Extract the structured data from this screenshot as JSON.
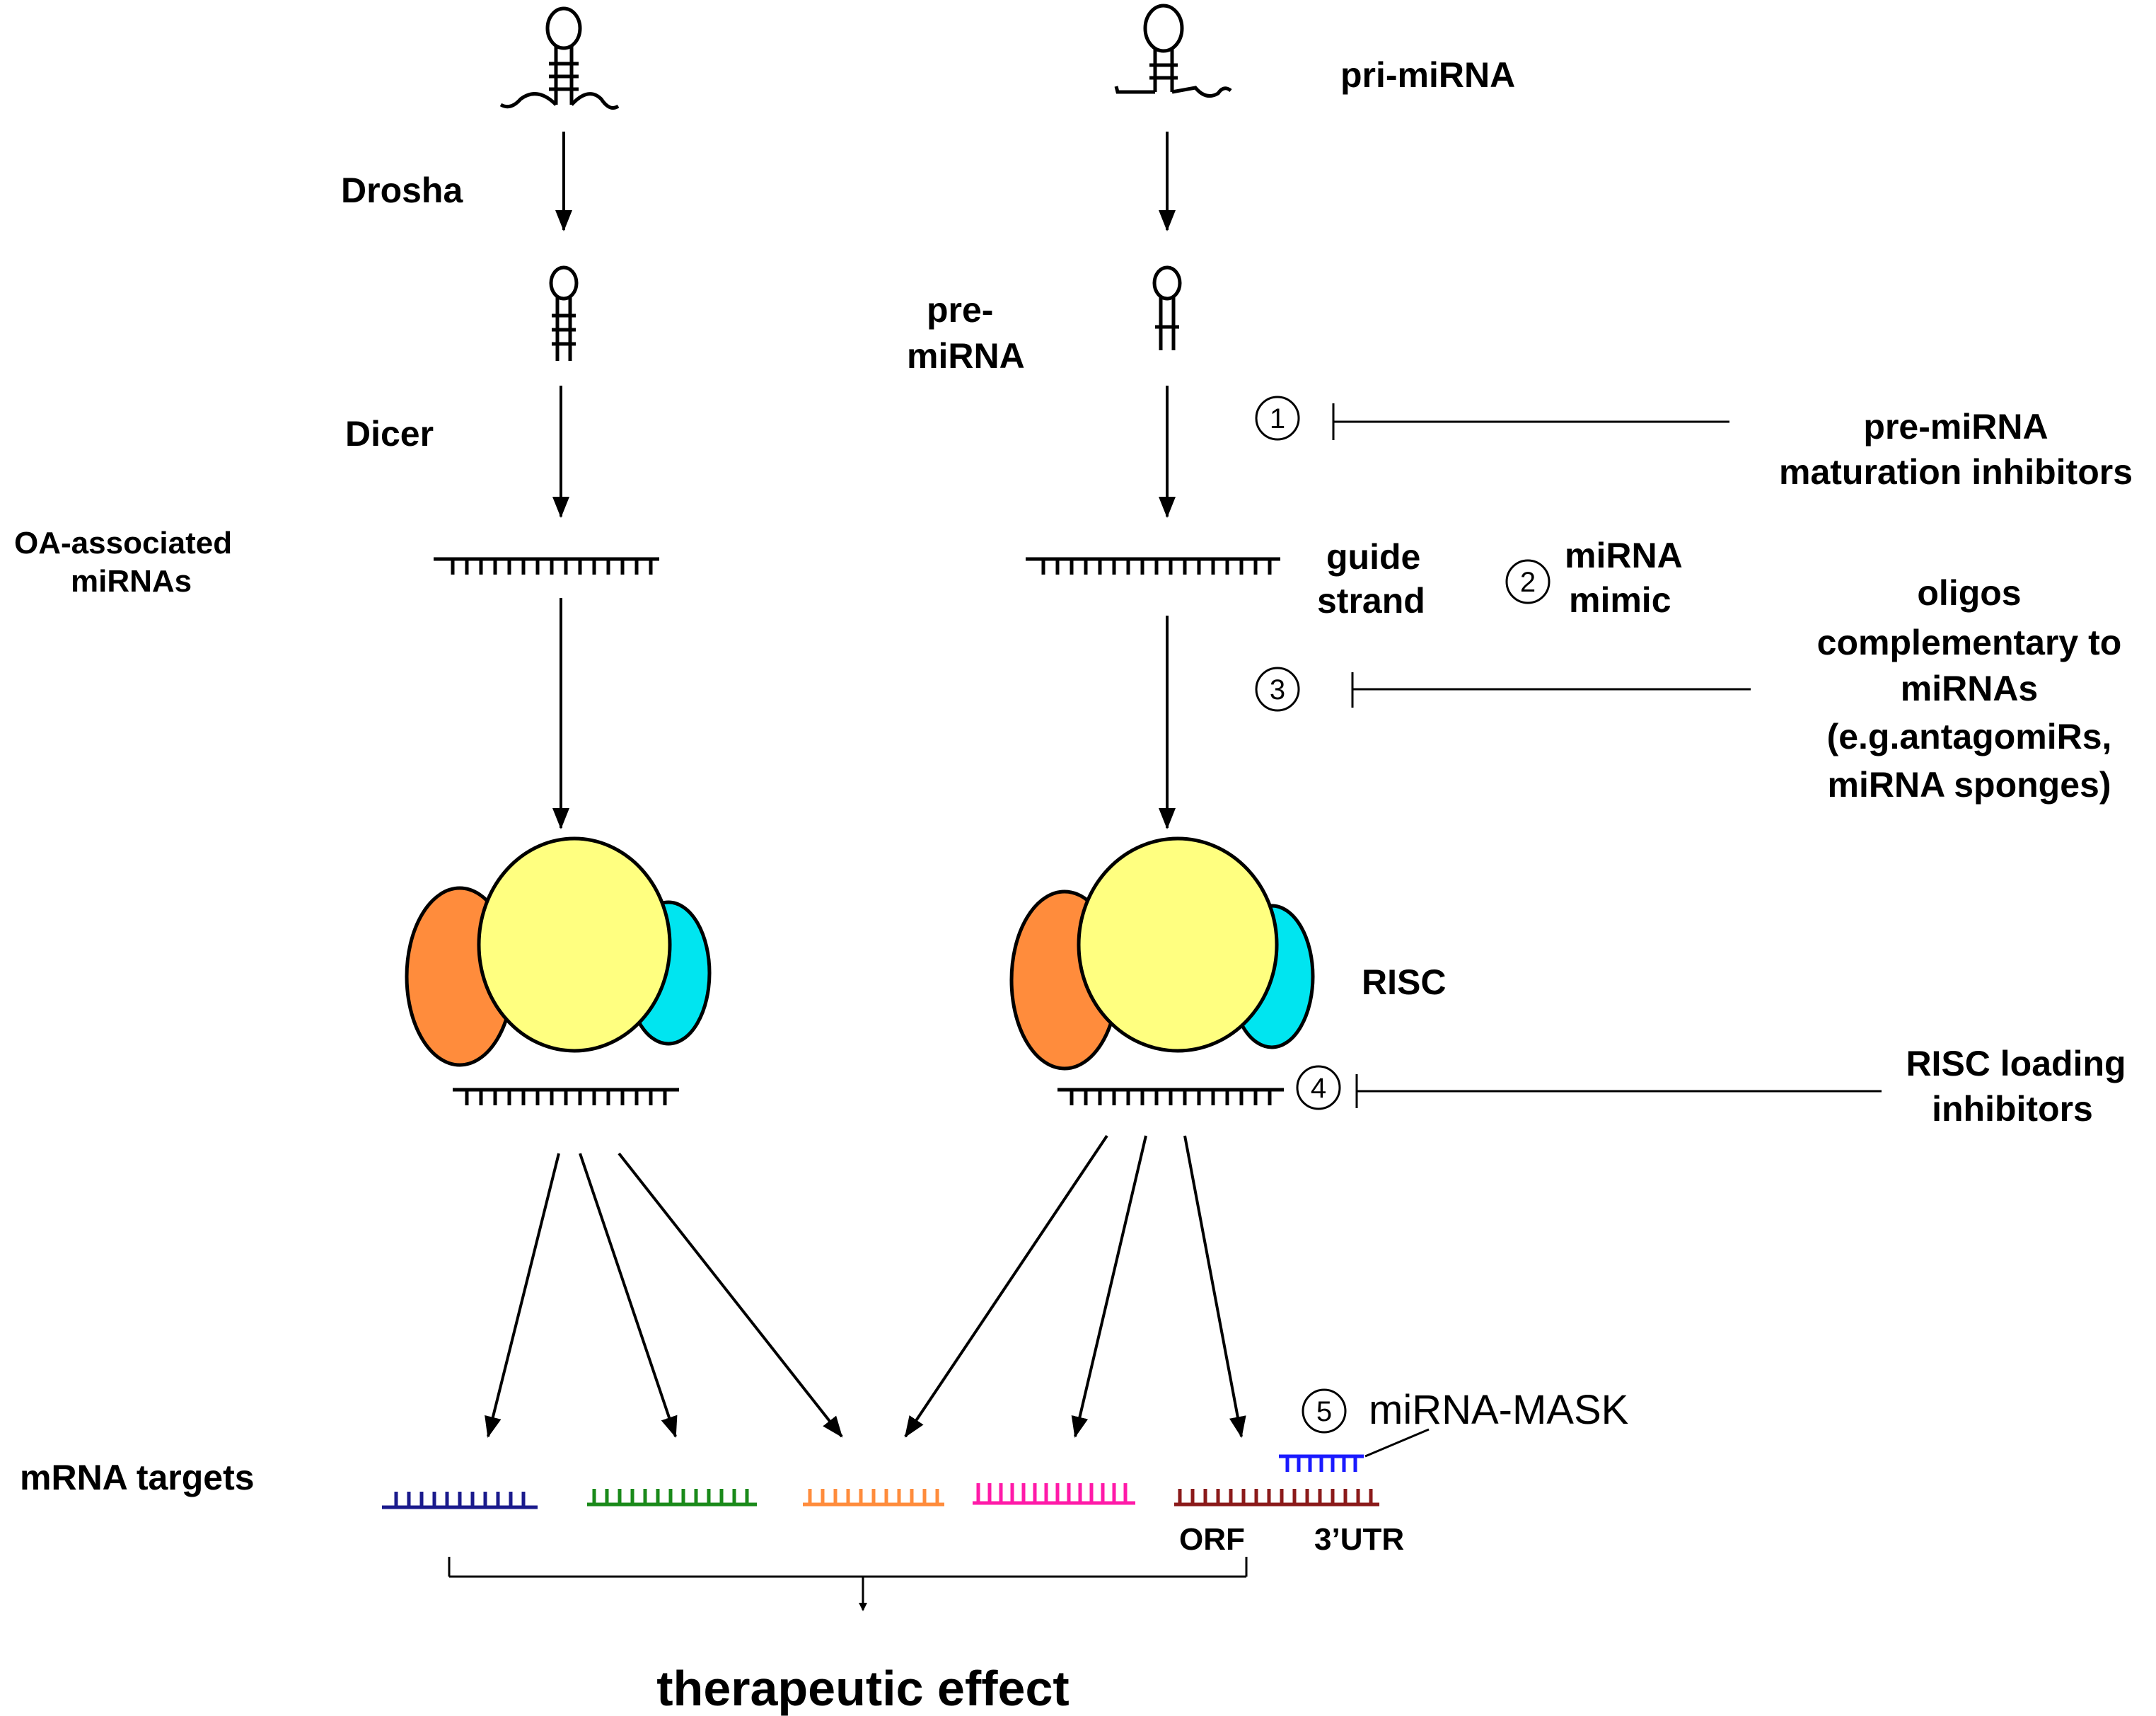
{
  "labels": {
    "pri_mirna": "pri-miRNA",
    "drosha": "Drosha",
    "pre_mirna_line1": "pre-",
    "pre_mirna_line2": "miRNA",
    "dicer": "Dicer",
    "oa_line1": "OA-associated",
    "oa_line2": "miRNAs",
    "guide_line1": "guide",
    "guide_line2": "strand",
    "risc": "RISC",
    "mrna_targets": "mRNA targets",
    "orf": "ORF",
    "utr": "3’UTR",
    "therapeutic": "therapeutic effect"
  },
  "interventions": {
    "i1": {
      "num": "1",
      "line1": "pre-miRNA",
      "line2": "maturation inhibitors"
    },
    "i2": {
      "num": "2",
      "line1": "miRNA",
      "line2": "mimic"
    },
    "i3": {
      "num": "3",
      "line1": "oligos",
      "line2": "complementary to",
      "line3": "miRNAs",
      "line4": "(e.g.antagomiRs,",
      "line5": "miRNA sponges)"
    },
    "i4": {
      "num": "4",
      "line1": "RISC loading",
      "line2": "inhibitors"
    },
    "i5": {
      "num": "5",
      "line1": "miRNA-MASK"
    }
  },
  "colors": {
    "risc_core": "#ffff80",
    "risc_left": "#ff8c3c",
    "risc_right": "#00e5f0",
    "target_1": "#1a1a8c",
    "target_2": "#1a8a1a",
    "target_3": "#ff8c3c",
    "target_4": "#ff1aa8",
    "target_5": "#8b1a1a",
    "mask": "#1a1aff"
  }
}
